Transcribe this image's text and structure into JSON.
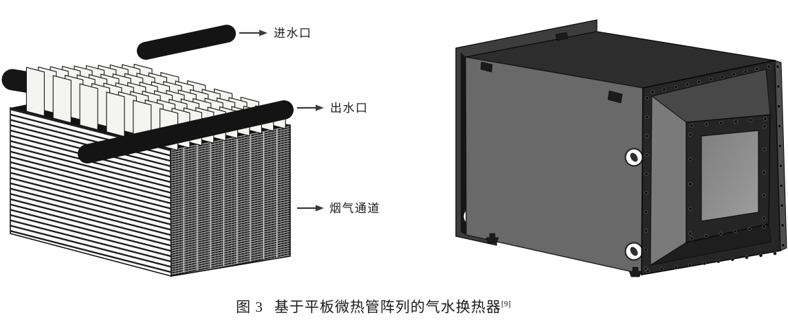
{
  "left_diagram": {
    "annotations": [
      {
        "label": "进水口"
      },
      {
        "label": "出水口"
      },
      {
        "label": "烟气通道"
      }
    ]
  },
  "caption": {
    "figure_no": "图 3",
    "title": "基于平板微热管阵列的气水换热器",
    "citation": "[9]"
  },
  "colors": {
    "line_black": "#141414",
    "fin_white": "#f4f4f2",
    "mesh_dark": "#191919",
    "seam_light": "#d8d8d8",
    "arrow_gray": "#3a3a3a",
    "box_front_gray": "#696969",
    "box_top_gray": "#2d2d2d",
    "flange_dark": "#262626",
    "window_gray": "#8f8f8f",
    "bolt_dark": "#0a0a0a"
  }
}
